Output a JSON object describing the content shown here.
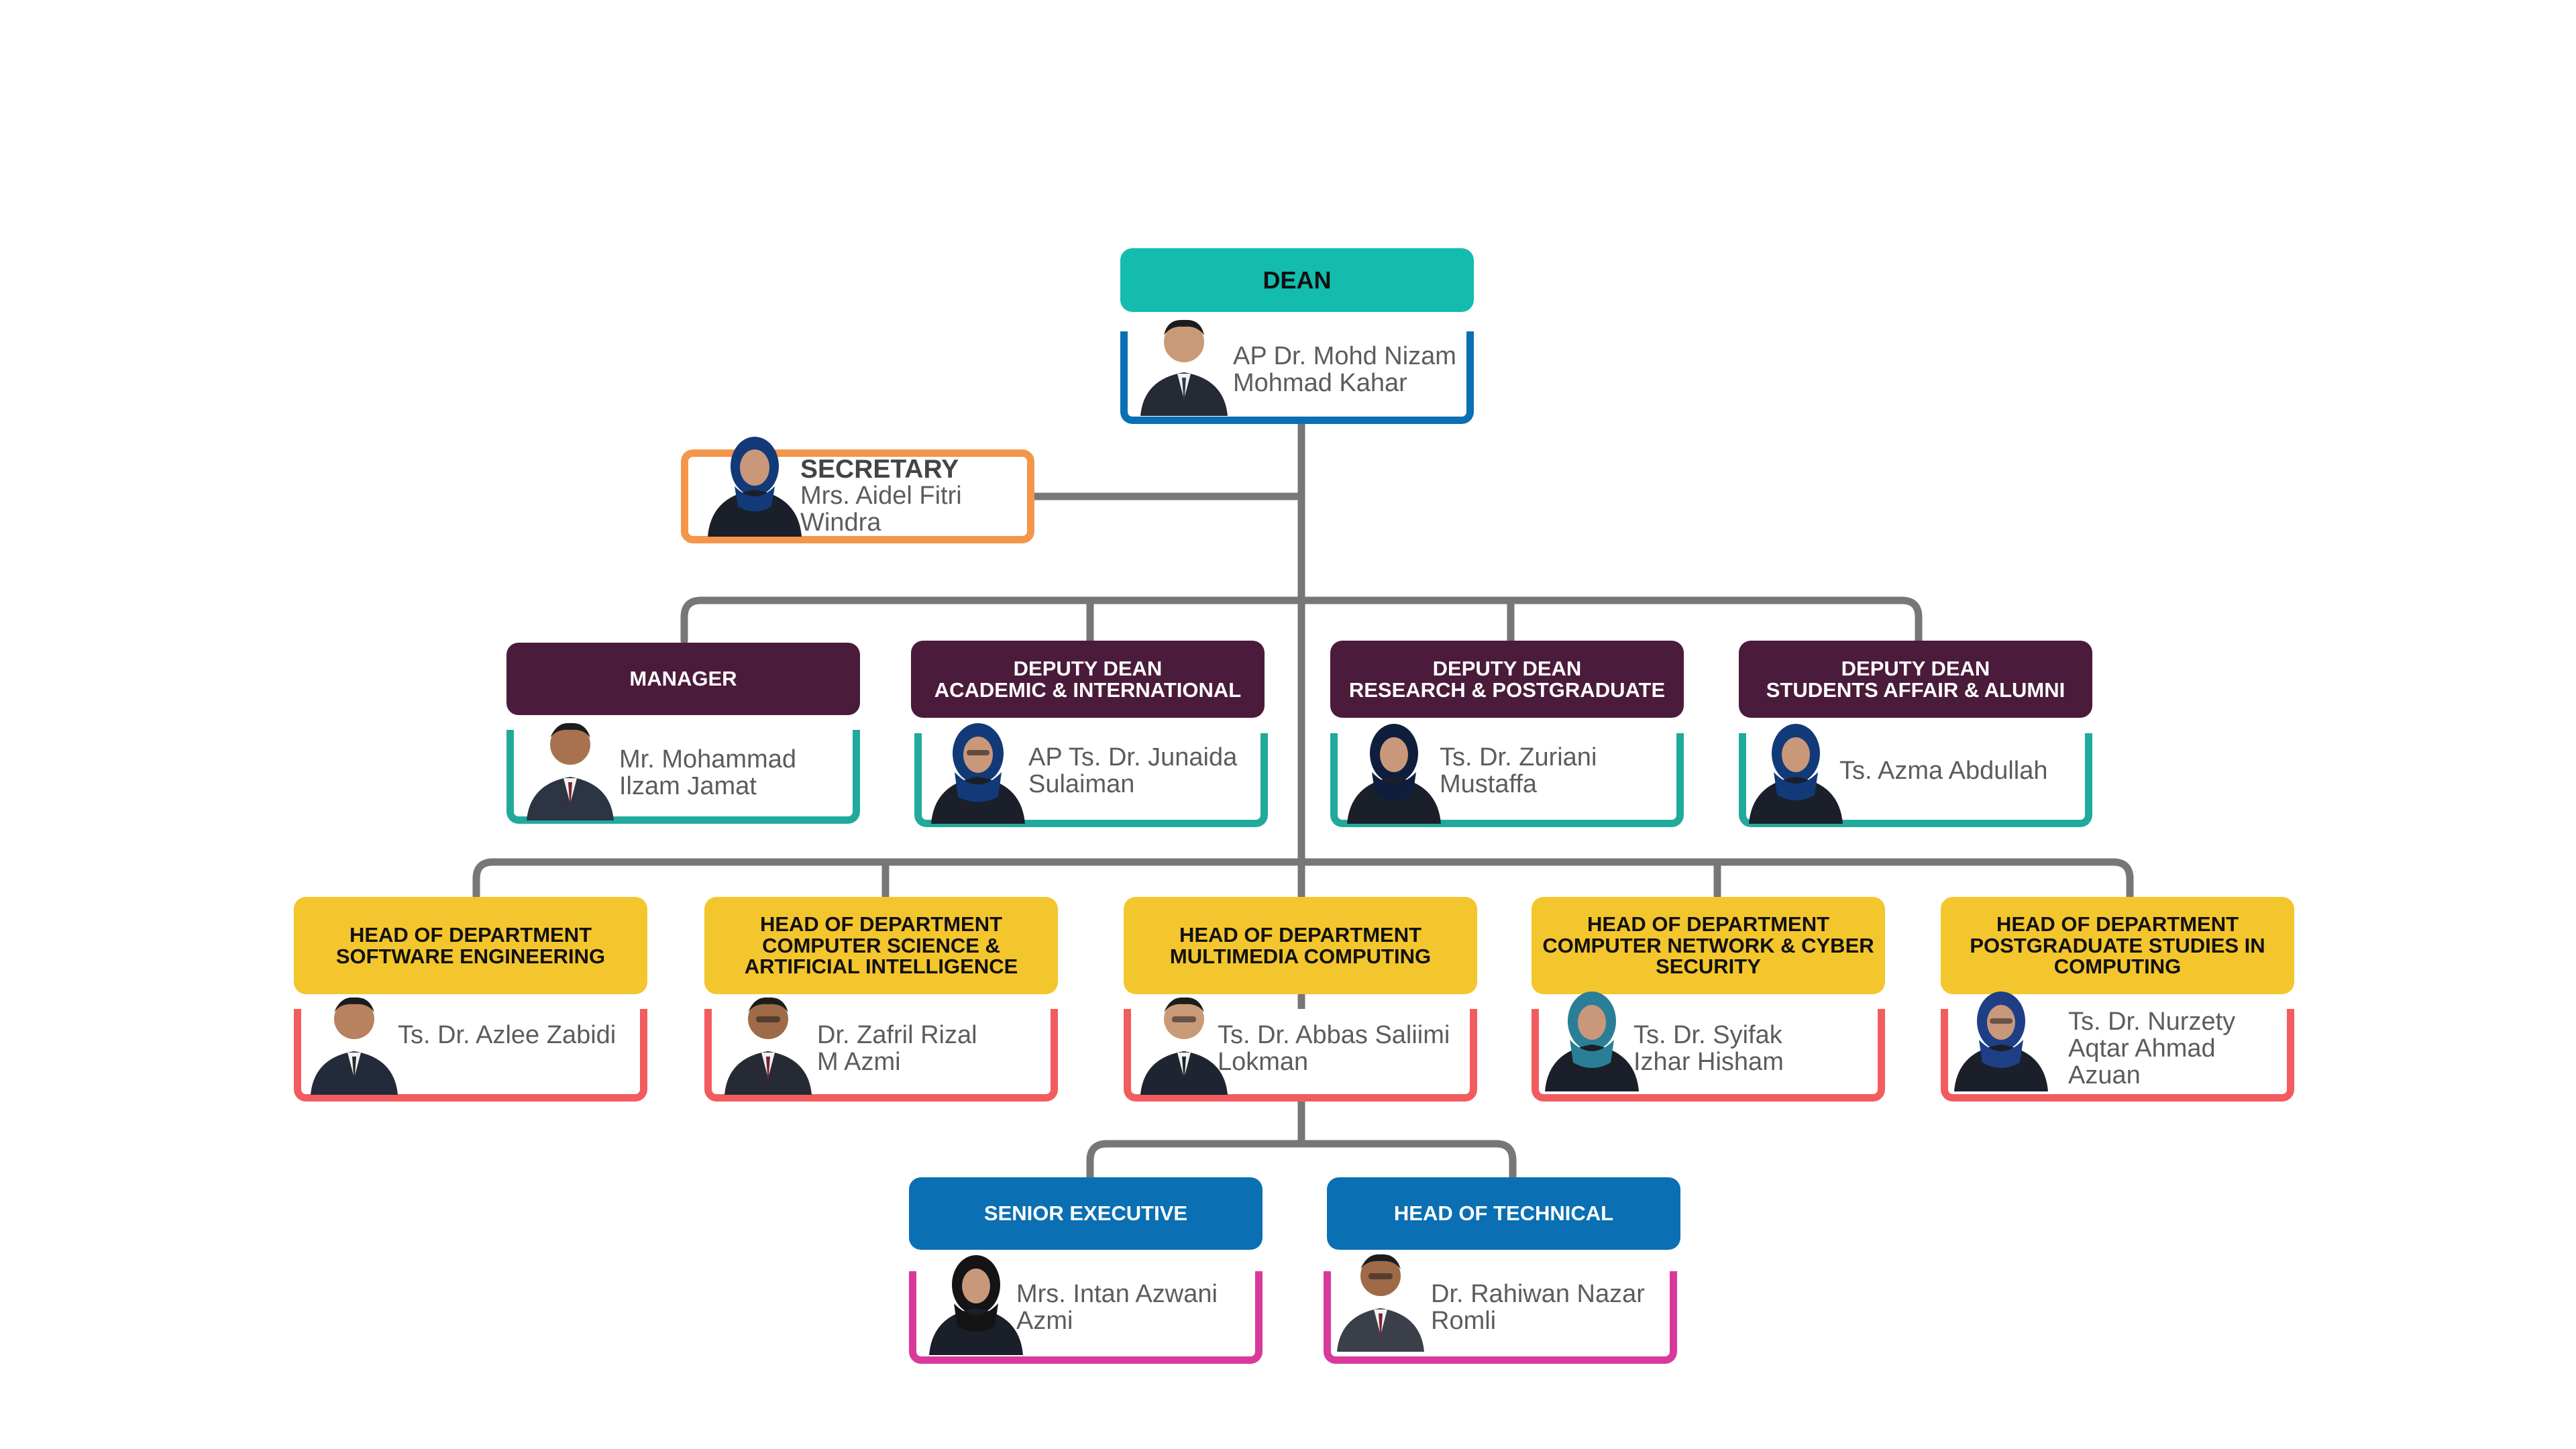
{
  "dean": {
    "title": "DEAN",
    "name": "AP Dr. Mohd Nizam\nMohmad Kahar"
  },
  "secretary": {
    "title": "SECRETARY",
    "name": "Mrs. Aidel Fitri\nWindra"
  },
  "level2": [
    {
      "title": "MANAGER",
      "name": "Mr. Mohammad\nIlzam Jamat"
    },
    {
      "title": "DEPUTY DEAN\nACADEMIC & INTERNATIONAL",
      "name": "AP Ts. Dr. Junaida\nSulaiman"
    },
    {
      "title": "DEPUTY DEAN\nRESEARCH & POSTGRADUATE",
      "name": "Ts. Dr. Zuriani\nMustaffa"
    },
    {
      "title": "DEPUTY DEAN\nSTUDENTS AFFAIR & ALUMNI",
      "name": "Ts. Azma Abdullah"
    }
  ],
  "departments": [
    {
      "title": "HEAD OF DEPARTMENT\nSOFTWARE ENGINEERING",
      "name": "Ts. Dr. Azlee Zabidi"
    },
    {
      "title": "HEAD OF DEPARTMENT\nCOMPUTER SCIENCE &\nARTIFICIAL INTELLIGENCE",
      "name": "Dr. Zafril Rizal\nM Azmi"
    },
    {
      "title": "HEAD OF DEPARTMENT\nMULTIMEDIA COMPUTING",
      "name": "Ts. Dr. Abbas Saliimi\nLokman"
    },
    {
      "title": "HEAD OF DEPARTMENT\nCOMPUTER NETWORK & CYBER\nSECURITY",
      "name": "Ts. Dr. Syifak\nIzhar Hisham"
    },
    {
      "title": "HEAD OF DEPARTMENT\nPOSTGRADUATE STUDIES IN\nCOMPUTING",
      "name": "Ts. Dr. Nurzety\nAqtar Ahmad\nAzuan"
    }
  ],
  "level4": [
    {
      "title": "SENIOR EXECUTIVE",
      "name": "Mrs. Intan Azwani\nAzmi"
    },
    {
      "title": "HEAD OF TECHNICAL",
      "name": "Dr. Rahiwan Nazar\nRomli"
    }
  ],
  "colors": {
    "dean_header": "#13bcad",
    "dean_card": "#0a6fb3",
    "secretary_card": "#f4964a",
    "level2_header": "#4b1b3b",
    "level2_card": "#21aa9c",
    "department_header": "#f4c62d",
    "department_card": "#f25c5e",
    "level4_header": "#0a6fb3",
    "level4_card": "#d8399b",
    "connector": "#777777"
  }
}
